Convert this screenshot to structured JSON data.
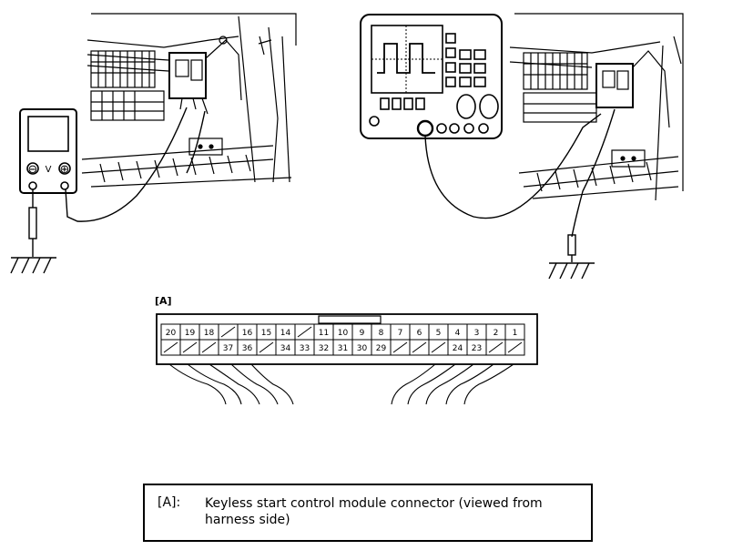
{
  "connector": {
    "label": "[A]",
    "top_row": [
      "20",
      "19",
      "18",
      "",
      "16",
      "15",
      "14",
      "",
      "11",
      "10",
      "9",
      "8",
      "7",
      "6",
      "5",
      "4",
      "3",
      "2",
      "1"
    ],
    "bottom_row": [
      "",
      "",
      "",
      "37",
      "36",
      "",
      "34",
      "33",
      "32",
      "31",
      "30",
      "29",
      "",
      "",
      "",
      "24",
      "23",
      "",
      ""
    ]
  },
  "multimeter": {
    "terminal_minus": "⊖",
    "terminal_v": "V",
    "terminal_plus": "⊕"
  },
  "legend": {
    "ref": "[A]:",
    "description": "Keyless start control module connector (viewed from harness side)"
  }
}
